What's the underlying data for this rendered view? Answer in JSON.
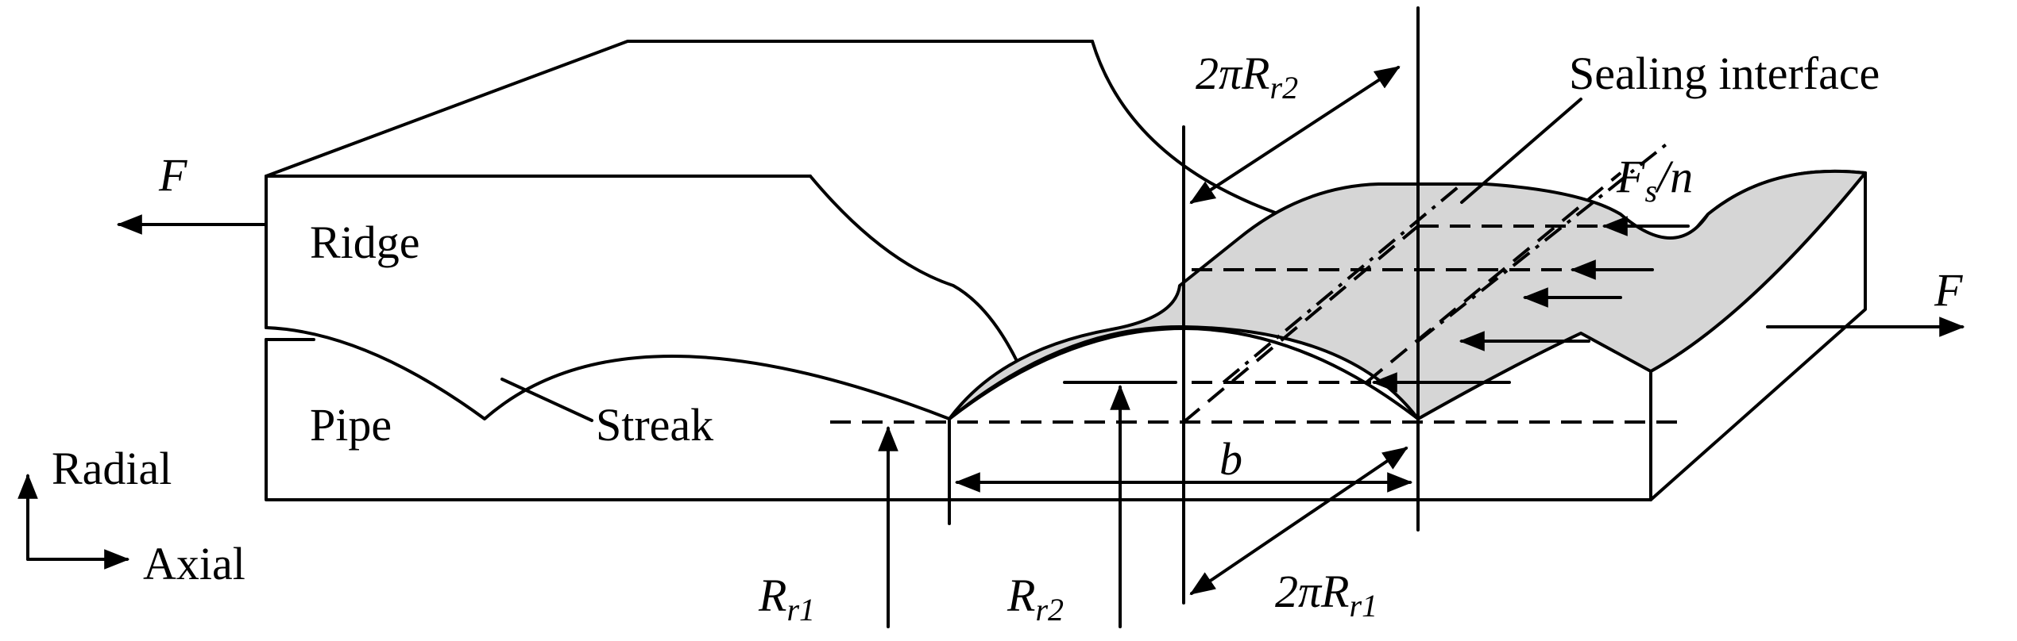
{
  "labels": {
    "ridge": "Ridge",
    "pipe": "Pipe",
    "streak": "Streak",
    "sealing_interface": "Sealing interface",
    "radial": "Radial",
    "axial": "Axial",
    "force_left": "F",
    "force_right": "F",
    "fs_main": "F",
    "fs_sub": "s",
    "fs_tail": "/n",
    "two_pi_r_r2_prefix": "2πR",
    "two_pi_r_r2_sub": "r2",
    "two_pi_r_r1_prefix": "2πR",
    "two_pi_r_r1_sub": "r1",
    "r_r1_main": "R",
    "r_r1_sub": "r1",
    "r_r2_main": "R",
    "r_r2_sub": "r2",
    "b": "b"
  },
  "colors": {
    "stroke": "#000000",
    "shade": "#d6d6d6",
    "background": "#ffffff"
  }
}
